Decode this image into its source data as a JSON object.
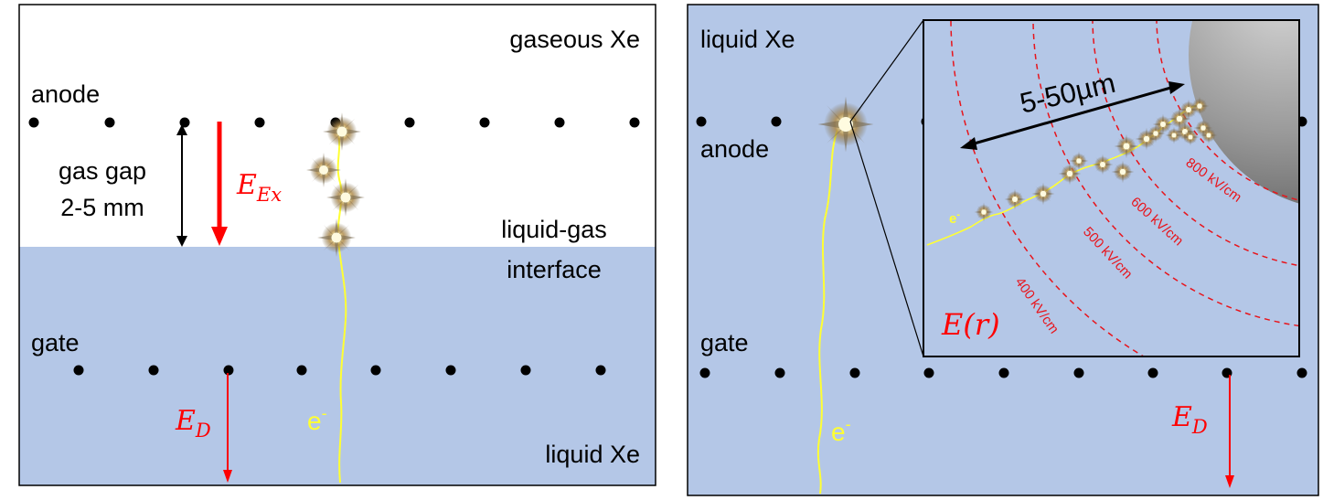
{
  "left_panel": {
    "gas_label": "gaseous Xe",
    "anode_label": "anode",
    "gap_label_line1": "gas gap",
    "gap_label_line2": "2-5 mm",
    "field_ex_main": "E",
    "field_ex_sub": "Ex",
    "interface_line1": "liquid-gas",
    "interface_line2": "interface",
    "gate_label": "gate",
    "field_d_main": "E",
    "field_d_sub": "D",
    "electron_main": "e",
    "electron_sup": "-",
    "liquid_label": "liquid Xe"
  },
  "right_panel": {
    "liquid_label": "liquid Xe",
    "anode_label": "anode",
    "gate_label": "gate",
    "electron_main": "e",
    "electron_sup": "-",
    "field_d_main": "E",
    "field_d_sub": "D"
  },
  "inset": {
    "scale_label": "5-50µm",
    "field_label": "E(r)",
    "electron_main": "e",
    "electron_sup": "-",
    "contours": [
      {
        "label": "400 kV/cm"
      },
      {
        "label": "500 kV/cm"
      },
      {
        "label": "600 kV/cm"
      },
      {
        "label": "800 kV/cm"
      }
    ]
  },
  "colors": {
    "liquid": "#b4c7e7",
    "gas": "#ffffff",
    "field_arrow": "#ff0000",
    "electron_track": "#ffff33",
    "contour": "#e8141b",
    "anode_sphere": "#8c8c8c"
  }
}
